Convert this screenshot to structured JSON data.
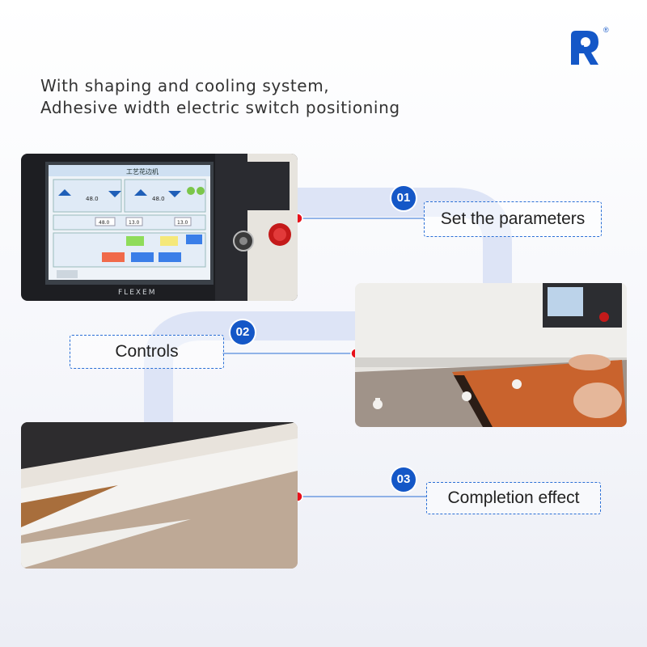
{
  "brand": {
    "logo_icon": "brand-r-logo-icon",
    "registered_mark": "®",
    "color": "#1457c7"
  },
  "headline": {
    "line1": "With shaping and cooling system,",
    "line2": "Adhesive width electric switch positioning"
  },
  "steps": [
    {
      "number": "01",
      "label": "Set the parameters",
      "photo": "control-panel-photo"
    },
    {
      "number": "02",
      "label": "Controls",
      "photo": "machine-operation-photo"
    },
    {
      "number": "03",
      "label": "Completion effect",
      "photo": "finished-edge-closeup-photo"
    }
  ],
  "panel_screen": {
    "title": "工艺花边机",
    "brand": "FLEXEM",
    "value_1": "48.0",
    "value_2": "48.0",
    "value_3": "48.0",
    "value_4": "13.0",
    "value_5": "13.0"
  },
  "colors": {
    "accent": "#1457c7",
    "dot": "#e8101a",
    "flow_band": "#dde4f6",
    "line": "#2a6fd6"
  }
}
